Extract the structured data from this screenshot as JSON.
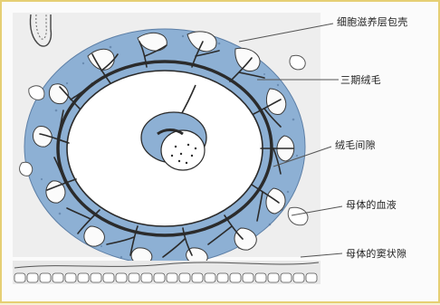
{
  "labels": {
    "shell": "细胞滋养层包壳",
    "tertiary_villi": "三期绒毛",
    "intervillous_space": "绒毛间隙",
    "maternal_blood": "母体的血液",
    "maternal_sinusoid": "母体的窦状隙"
  },
  "colors": {
    "frame_border": "#e6cf74",
    "frame_bg": "#f6f1d3",
    "tissue_blue": "#8db0d4",
    "stroke": "#2b2b2b",
    "page_bg": "#fbfbfb"
  }
}
